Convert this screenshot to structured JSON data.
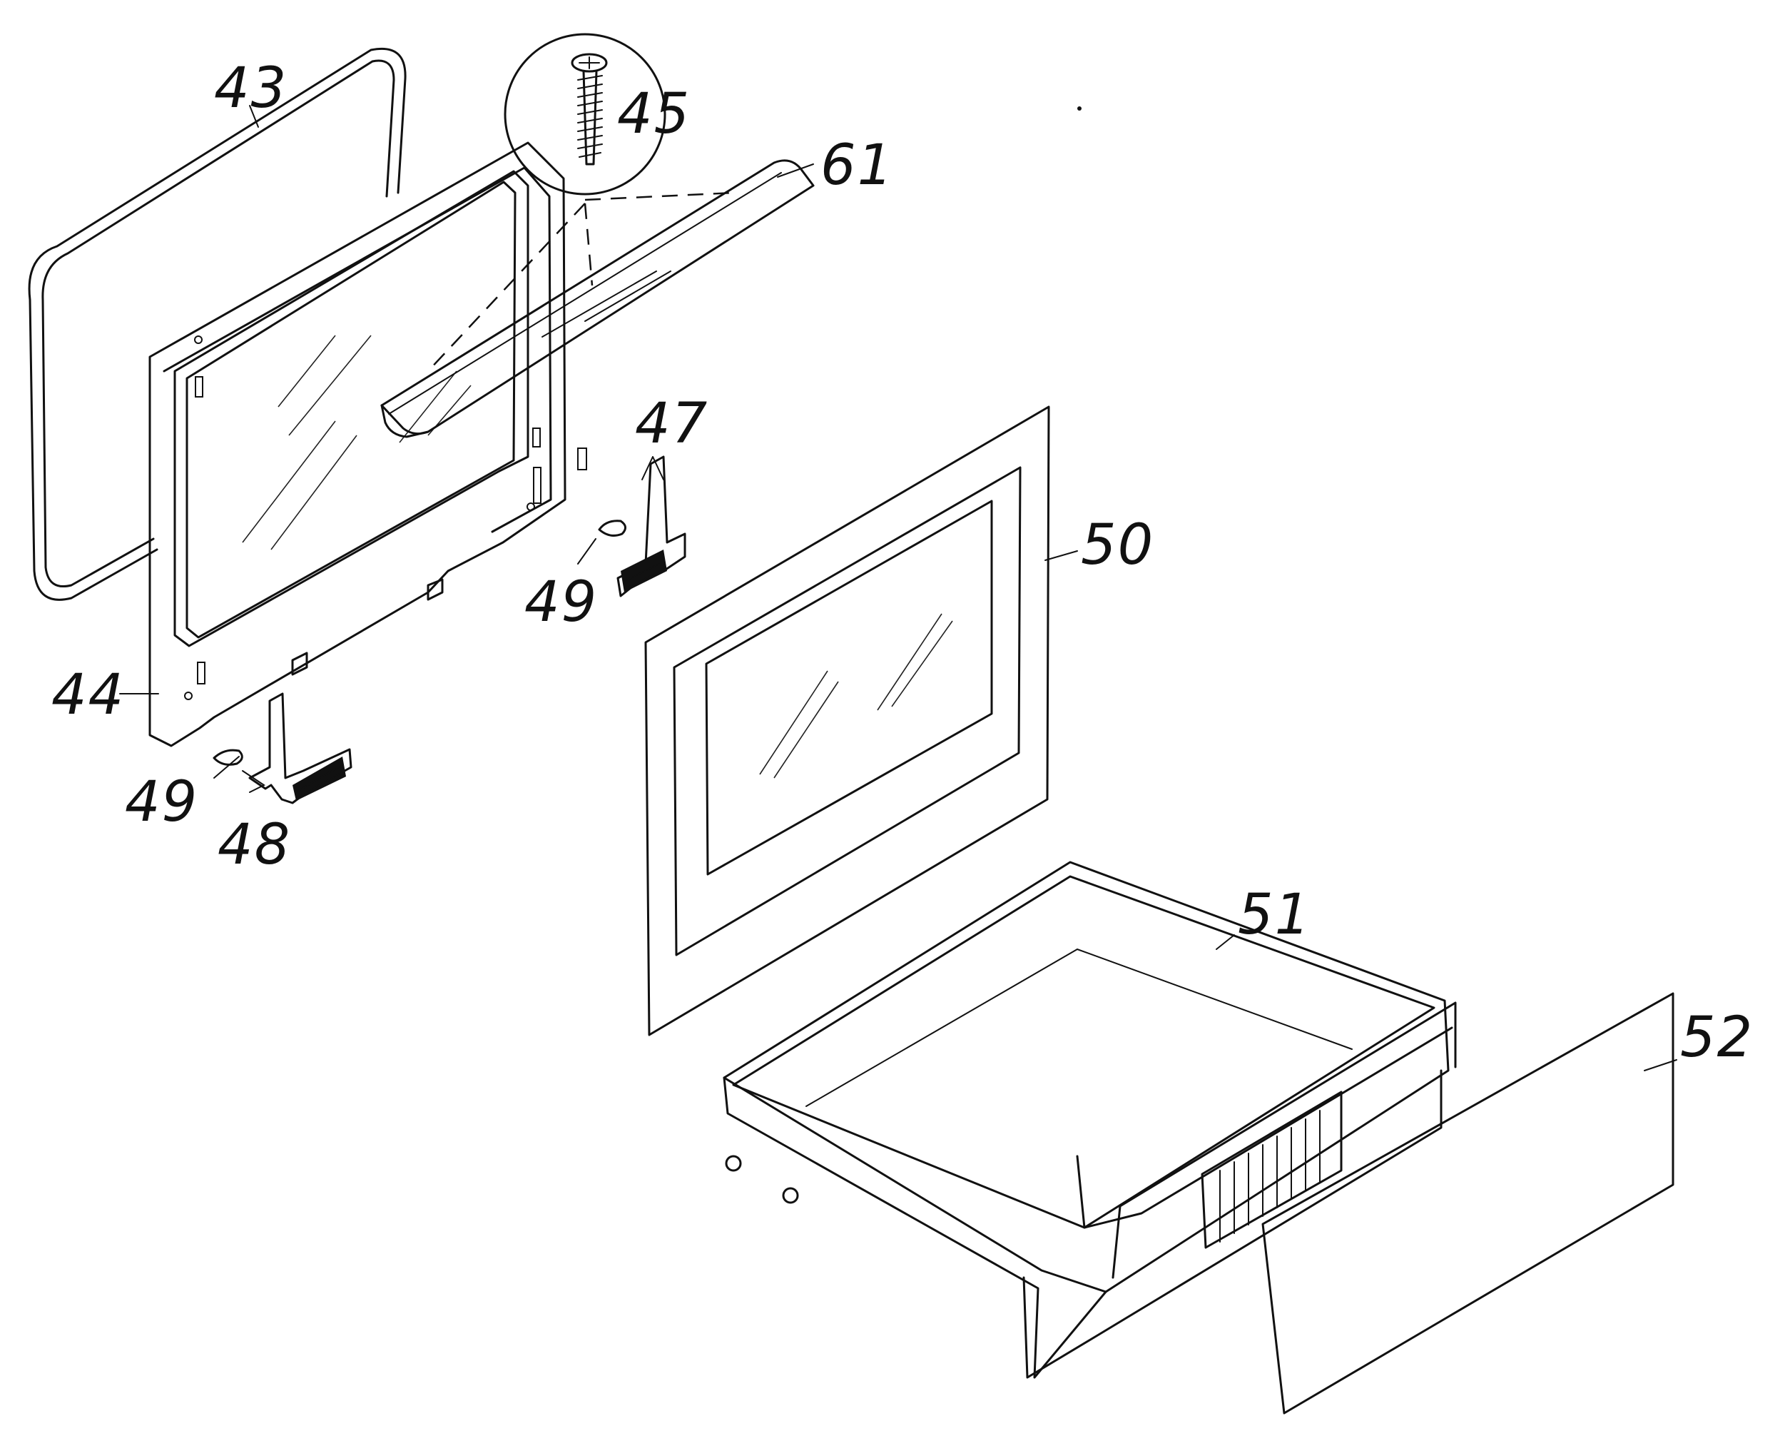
{
  "labels": {
    "door_seal": "43",
    "inner_door": "44",
    "screw": "45",
    "hinge_upper": "47",
    "hinge_lower": "48",
    "hinge_pin_upper": "49",
    "hinge_pin_lower": "49",
    "outer_glass_panel": "50",
    "drawer": "51",
    "drawer_front": "52",
    "handle": "61"
  }
}
